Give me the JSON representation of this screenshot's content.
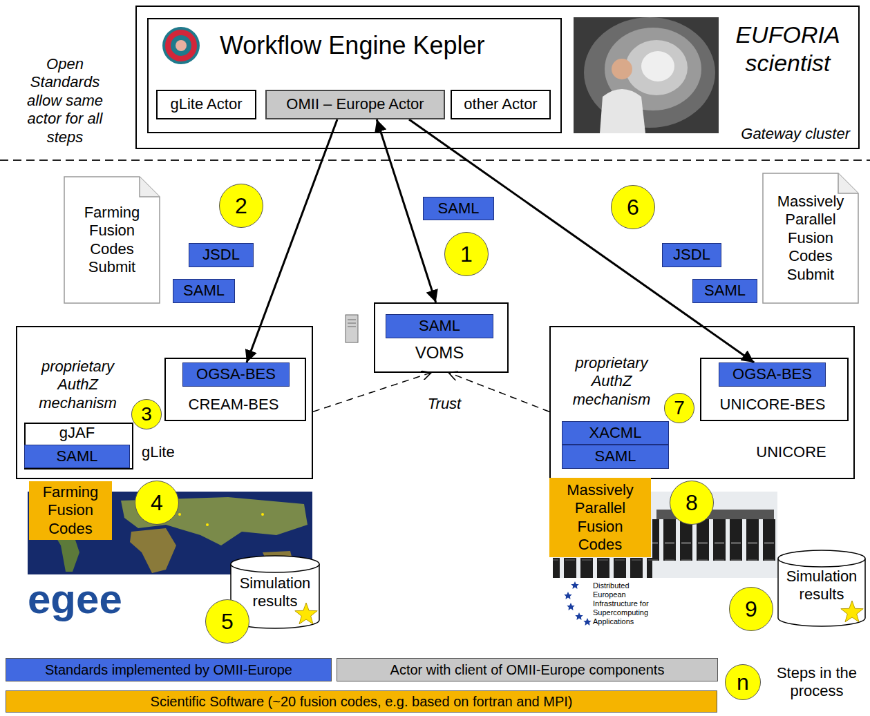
{
  "diagram": {
    "nodes": [
      {
        "text": [
          "EUFORIA scientist",
          "Gateway cluster"
        ]
      },
      {
        "text": [
          "Workflow Engine Kepler"
        ],
        "in": 0
      },
      {
        "text": [
          "gLite Actor"
        ],
        "in": 1
      },
      {
        "text": [
          "OMII – Europe Actor"
        ],
        "in": 1
      },
      {
        "text": [
          "other Actor"
        ],
        "in": 1
      },
      {
        "text": [
          "Farming Fusion Codes Submit"
        ]
      },
      {
        "text": [
          "JSDL"
        ]
      },
      {
        "text": [
          "SAML"
        ]
      },
      {
        "text": [
          "SAML"
        ]
      },
      {
        "text": [
          "JSDL"
        ]
      },
      {
        "text": [
          "SAML"
        ]
      },
      {
        "text": [
          "Massively Parallel Fusion Codes Submit"
        ]
      },
      {
        "text": [
          "VOMS"
        ]
      },
      {
        "text": [
          "SAML"
        ],
        "in": 12
      },
      {
        "text": [
          "proprietary AuthZ mechanism",
          "gLite"
        ]
      },
      {
        "text": [
          "CREAM-BES"
        ],
        "in": 14
      },
      {
        "text": [
          "OGSA-BES"
        ],
        "in": 15
      },
      {
        "text": [
          "gJAF"
        ],
        "in": 14
      },
      {
        "text": [
          "SAML"
        ],
        "in": 17
      },
      {
        "text": [
          "proprietary AuthZ mechanism",
          "UNICORE"
        ]
      },
      {
        "text": [
          "UNICORE-BES"
        ],
        "in": 19
      },
      {
        "text": [
          "OGSA-BES"
        ],
        "in": 20
      },
      {
        "text": [
          "XACML"
        ],
        "in": 19
      },
      {
        "text": [
          "SAML"
        ],
        "in": 19
      },
      {
        "text": [
          "Farming Fusion Codes"
        ]
      },
      {
        "text": [
          "Simulation results"
        ]
      },
      {
        "text": [
          "Massively Parallel Fusion Codes"
        ]
      },
      {
        "text": [
          "Simulation results"
        ]
      }
    ],
    "edges": [
      {
        "from": 3,
        "to": 16,
        "arrow": "to"
      },
      {
        "from": 3,
        "to": 12,
        "arrow": "both"
      },
      {
        "from": 3,
        "to": 21,
        "arrow": "to"
      },
      {
        "from": 14,
        "to": 12,
        "arrow": "to"
      },
      {
        "from": 19,
        "to": 12,
        "arrow": "to"
      }
    ],
    "labels": [
      "Open Standards allow same actor for all steps",
      "2",
      "6",
      "1",
      "3",
      "Trust",
      "7",
      "4",
      "8",
      "egee",
      "Distributed European Infrastructure for Supercomputing Applications",
      "5",
      "9",
      "n"
    ],
    "legend": [
      {
        "text": "Standards implemented by OMII-Europe",
        "color": "#4169e1"
      },
      {
        "text": "Actor with client of OMII-Europe components",
        "color": "#c8c8c8"
      },
      {
        "text": "Scientific Software (~20 fusion codes, e.g. based on fortran and MPI)",
        "color": "#f5b400"
      },
      {
        "text": "Steps in the process"
      }
    ]
  }
}
